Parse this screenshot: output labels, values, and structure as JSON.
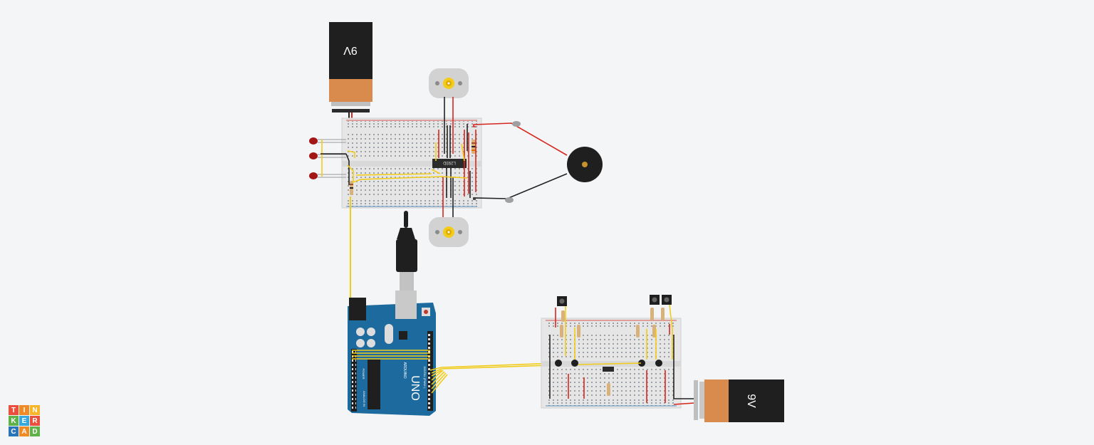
{
  "battery_top": {
    "label": "9V"
  },
  "battery_bottom": {
    "label": "9V"
  },
  "driver_chip": {
    "label": "L293D"
  },
  "arduino": {
    "model": "UNO",
    "brand": "ARDUINO",
    "power_label": "POWER",
    "analog_label": "ANALOG IN",
    "digital_label": "DIGITAL (PWM~)"
  },
  "logo": {
    "letters": [
      "T",
      "I",
      "N",
      "K",
      "E",
      "R",
      "C",
      "A",
      "D"
    ],
    "colors": [
      "#e94f3c",
      "#f08a24",
      "#f7b52c",
      "#5fb14a",
      "#35a8dc",
      "#e94f3c",
      "#2a74b8",
      "#f08a24",
      "#5fb14a"
    ]
  },
  "colors": {
    "breadboard": "#e6e6e6",
    "wire_yellow": "#f1cc1b",
    "wire_red": "#d7261e",
    "wire_black": "#222222",
    "arduino_blue": "#1d6a9e",
    "battery_orange": "#d98b4d"
  }
}
